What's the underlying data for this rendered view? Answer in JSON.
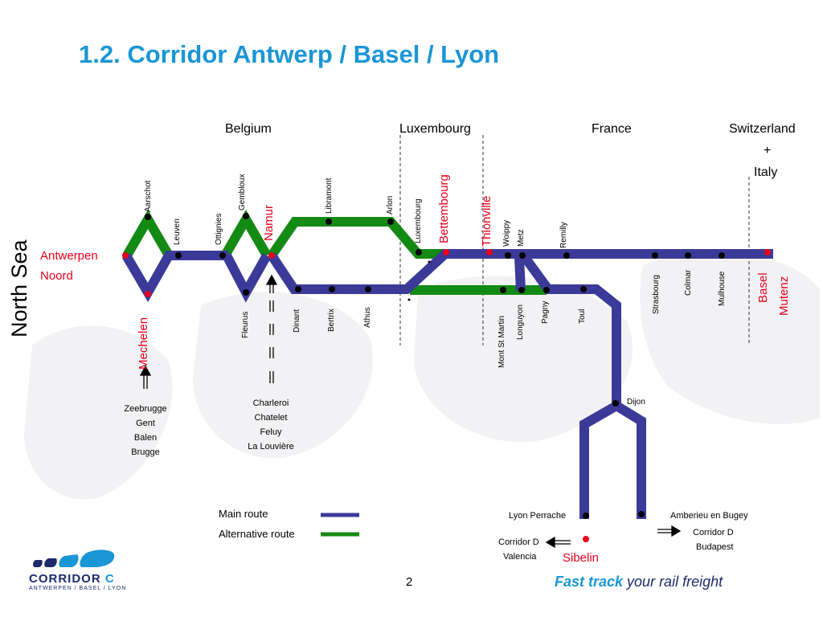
{
  "title": "1.2. Corridor Antwerp / Basel / Lyon",
  "countries": {
    "belgium": "Belgium",
    "luxembourg": "Luxembourg",
    "france": "France",
    "switzerland_line1": "Switzerland",
    "switzerland_line2": "+",
    "switzerland_line3": "Italy"
  },
  "region": "North Sea",
  "terminals": {
    "antwerpen_line1": "Antwerpen",
    "antwerpen_line2": "Noord",
    "mechelen": "Mechelen",
    "namur": "Namur",
    "bettembourg": "Bettembourg",
    "thionville": "Thionville",
    "basel": "Basel",
    "mutenz": "Mutenz",
    "sibelin": "Sibelin"
  },
  "stations": {
    "aarschot": "Aarschot",
    "leuven": "Leuven",
    "ottignies": "Ottignies",
    "gembloux": "Gembloux",
    "libramont": "Libramont",
    "arlon": "Arlon",
    "luxembourg": "Luxembourg",
    "woippy": "Woippy",
    "metz": "Metz",
    "remilly": "Remilly",
    "fleurus": "Fleurus",
    "dinant": "Dinant",
    "bertrix": "Bertrix",
    "athus": "Athus",
    "mont_st_martin": "Mont St  Martin",
    "longuyon": "Longuyon",
    "pagny": "Pagny",
    "toul": "Toul",
    "strasbourg": "Strasbourg",
    "colmar": "Colmar",
    "mulhouse": "Mulhouse",
    "dijon": "Dijon",
    "lyon_perrache": "Lyon Perrache",
    "amberieu": "Amberieu en Bugey"
  },
  "feeders": {
    "mechelen_feed": [
      "Zeebrugge",
      "Gent",
      "Balen",
      "Brugge"
    ],
    "namur_feed": [
      "Charleroi",
      "Chatelet",
      "Feluy",
      "La Louvière"
    ]
  },
  "connections": {
    "valencia_line1": "Corridor D",
    "valencia_line2": "Valencia",
    "budapest_line1": "Corridor D",
    "budapest_line2": "Budapest"
  },
  "legend": {
    "main_route": "Main route",
    "alternative_route": "Alternative route"
  },
  "colors": {
    "title": "#1a96d6",
    "main_route": "#3c3a99",
    "alternative_route": "#138a13",
    "terminal": "#e8001c",
    "station": "#000000"
  },
  "page_number": "2",
  "logo": {
    "name_part1": "CORRIDOR ",
    "name_part2": "C",
    "subtitle": "ANTWERPEN / BASEL / LYON"
  },
  "tagline": {
    "bold": "Fast track",
    "rest": " your rail freight"
  }
}
